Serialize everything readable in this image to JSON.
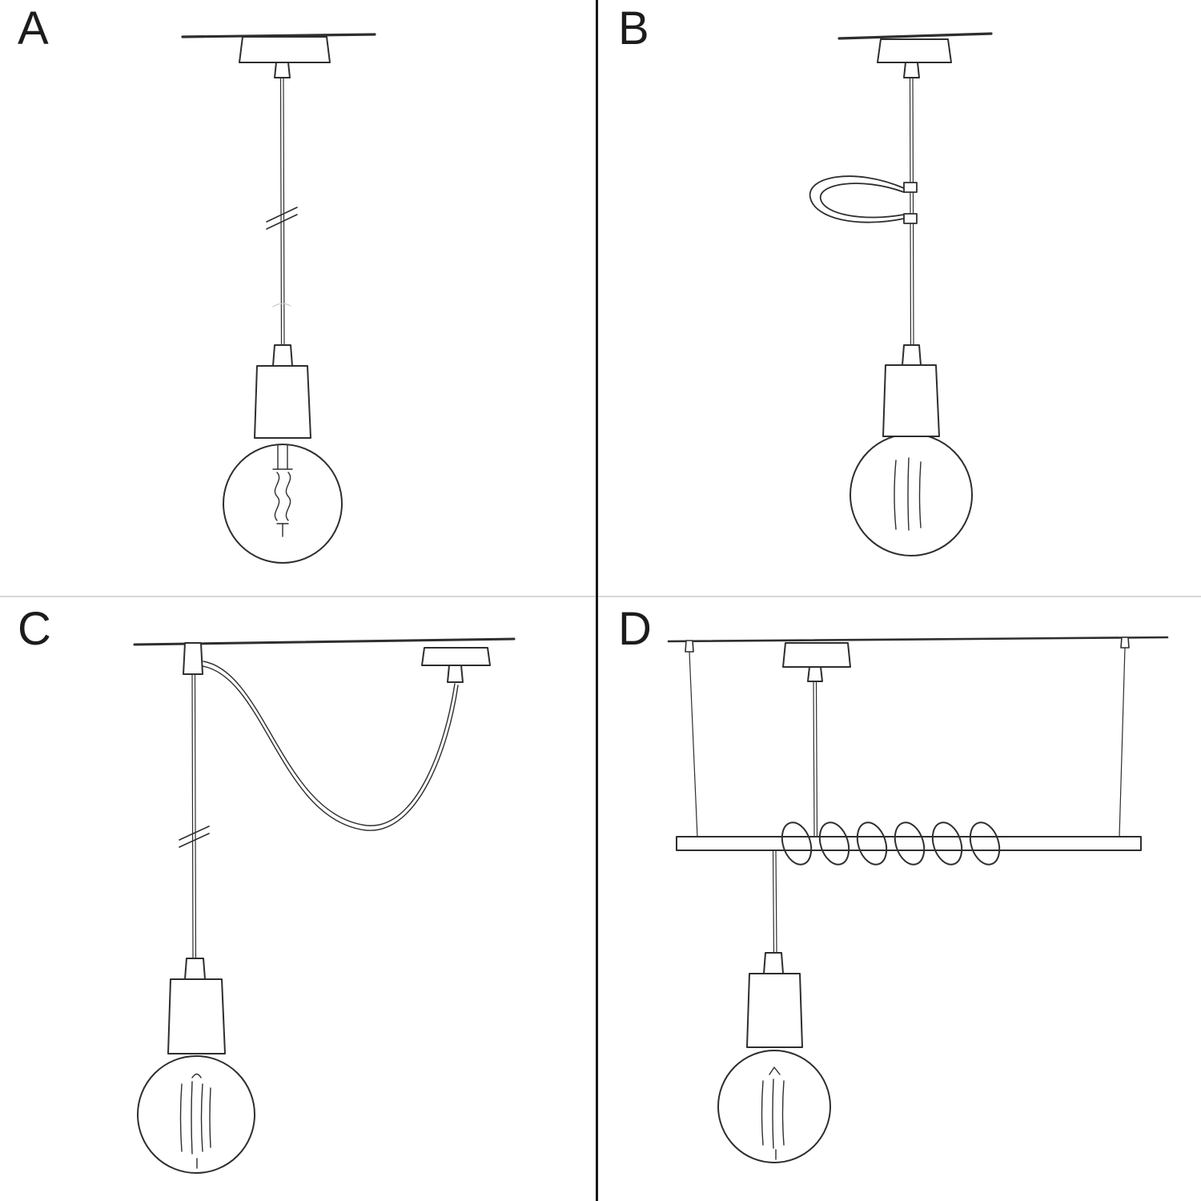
{
  "sketch": {
    "ink": "#2e2e2e",
    "faint": "#c7c7c7"
  },
  "dividers": {
    "vertical_color": "#171717",
    "horizontal_color": "#d8d8d8"
  },
  "panels": [
    {
      "label": "A",
      "name": "pendant-plain-cable-sketch"
    },
    {
      "label": "B",
      "name": "pendant-cable-tie-sketch"
    },
    {
      "label": "C",
      "name": "pendant-swag-hook-sketch"
    },
    {
      "label": "D",
      "name": "pendant-wood-bar-sketch"
    }
  ]
}
